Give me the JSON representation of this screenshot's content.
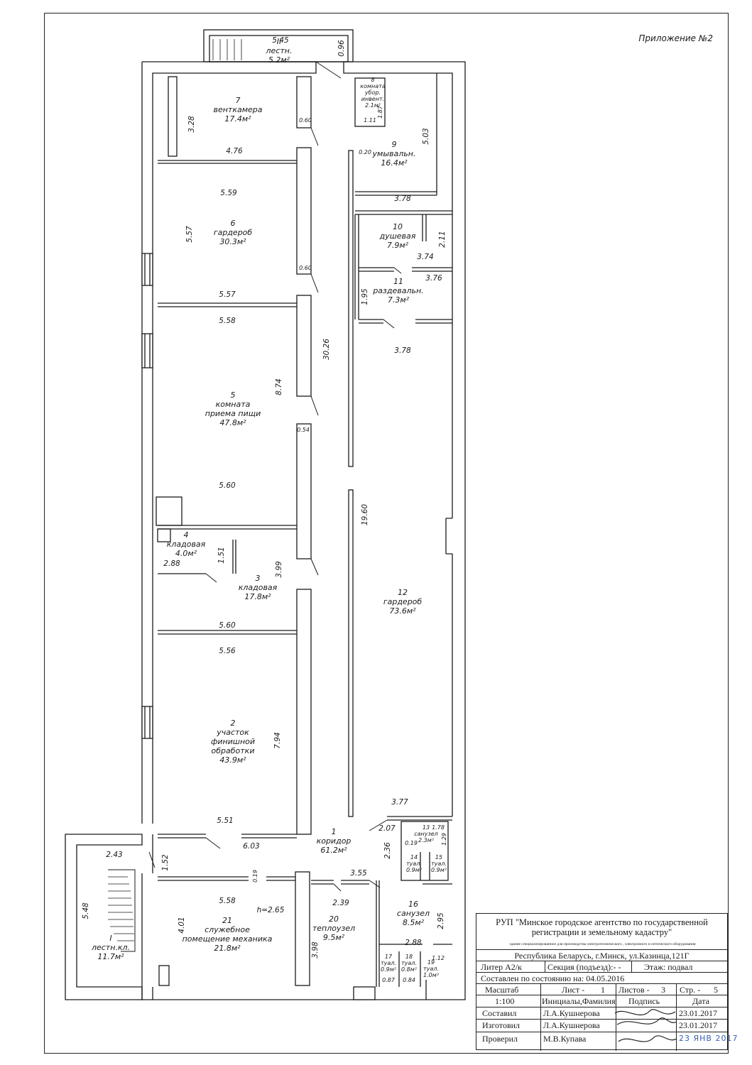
{
  "appendix": "Приложение №2",
  "rooms": [
    {
      "num": "II",
      "name": [
        "лестн."
      ],
      "area": "5.2м²"
    },
    {
      "num": "7",
      "name": [
        "венткамера"
      ],
      "area": "17.4м²"
    },
    {
      "num": "8",
      "name": [
        "комната",
        "убор.",
        "инвент."
      ],
      "area": "2.1м²"
    },
    {
      "num": "9",
      "name": [
        "умывальн."
      ],
      "area": "16.4м²"
    },
    {
      "num": "6",
      "name": [
        "гардероб"
      ],
      "area": "30.3м²"
    },
    {
      "num": "10",
      "name": [
        "душевая"
      ],
      "area": "7.9м²"
    },
    {
      "num": "11",
      "name": [
        "раздевальн."
      ],
      "area": "7.3м²"
    },
    {
      "num": "5",
      "name": [
        "комната",
        "приема пищи"
      ],
      "area": "47.8м²"
    },
    {
      "num": "4",
      "name": [
        "кладовая"
      ],
      "area": "4.0м²"
    },
    {
      "num": "3",
      "name": [
        "кладовая"
      ],
      "area": "17.8м²"
    },
    {
      "num": "12",
      "name": [
        "гардероб"
      ],
      "area": "73.6м²"
    },
    {
      "num": "2",
      "name": [
        "участок",
        "финишной",
        "обработки"
      ],
      "area": "43.9м²"
    },
    {
      "num": "1",
      "name": [
        "коридор"
      ],
      "area": "61.2м²"
    },
    {
      "num": "13",
      "name": [
        "санузел"
      ],
      "area": "2.3м²"
    },
    {
      "num": "14",
      "name": [
        "туал."
      ],
      "area": "0.9м²"
    },
    {
      "num": "15",
      "name": [
        "туал."
      ],
      "area": "0.9м²"
    },
    {
      "num": "I",
      "name": [
        "лестн.кл."
      ],
      "area": "11.7м²"
    },
    {
      "num": "21",
      "name": [
        "служебное",
        "помещение механика"
      ],
      "area": "21.8м²"
    },
    {
      "num": "20",
      "name": [
        "теплоузел"
      ],
      "area": "9.5м²"
    },
    {
      "num": "16",
      "name": [
        "санузел"
      ],
      "area": "8.5м²"
    },
    {
      "num": "17",
      "name": [
        "туал."
      ],
      "area": "0.9м²"
    },
    {
      "num": "18",
      "name": [
        "туал."
      ],
      "area": "0.8м²"
    },
    {
      "num": "19",
      "name": [
        "туал."
      ],
      "area": "1.0м²"
    }
  ],
  "dimensions": [
    "5.45",
    "0.96",
    "3.28",
    "0.60",
    "4.76",
    "1.87",
    "1.11",
    "0.20",
    "5.03",
    "3.78",
    "5.59",
    "5.57",
    "2.11",
    "3.74",
    "0.60",
    "3.76",
    "1.95",
    "5.57",
    "30.26",
    "5.58",
    "8.74",
    "3.78",
    "0.54",
    "5.60",
    "19.60",
    "1.51",
    "2.88",
    "3.99",
    "5.60",
    "5.56",
    "7.94",
    "5.51",
    "3.77",
    "6.03",
    "2.07",
    "1.78",
    "1.29",
    "2.36",
    "0.19",
    "2.43",
    "1.52",
    "0.19",
    "3.55",
    "5.58",
    "h=2.65",
    "2.39",
    "2.95",
    "5.48",
    "4.01",
    "3.98",
    "2.88",
    "1.12",
    "0.87",
    "0.84"
  ],
  "title_block": {
    "org_line1": "РУП \"Минское городское агентство по государственной",
    "org_line2": "регистрации и земельному кадастру\"",
    "building_desc": "здание специализированное для производства электротехнического , электронного и оптического оборудования",
    "address": "Республика Беларусь, г.Минск, ул.Казинца,121Г",
    "liter": "Литер А2/к",
    "section": "Секция (подъезд):- -",
    "floor": "Этаж: подвал",
    "state": "Составлен по состоянию на: 04.05.2016",
    "scale_label": "Масштаб",
    "sheet_label": "Лист -",
    "sheet_value": "1",
    "sheets_label": "Листов -",
    "sheets_value": "3",
    "page_label": "Стр. -",
    "page_value": "5",
    "scale_value": "1:100",
    "initials_label": "Инициалы,Фамилия",
    "signature_label": "Подпись",
    "date_label": "Дата",
    "rows": [
      {
        "role": "Составил",
        "name": "Л.А.Кушнерова",
        "date": "23.01.2017"
      },
      {
        "role": "Изготовил",
        "name": "Л.А.Кушнерова",
        "date": "23.01.2017"
      },
      {
        "role": "Проверил",
        "name": "М.В.Купава",
        "date": "23 ЯНВ 2017"
      }
    ]
  }
}
